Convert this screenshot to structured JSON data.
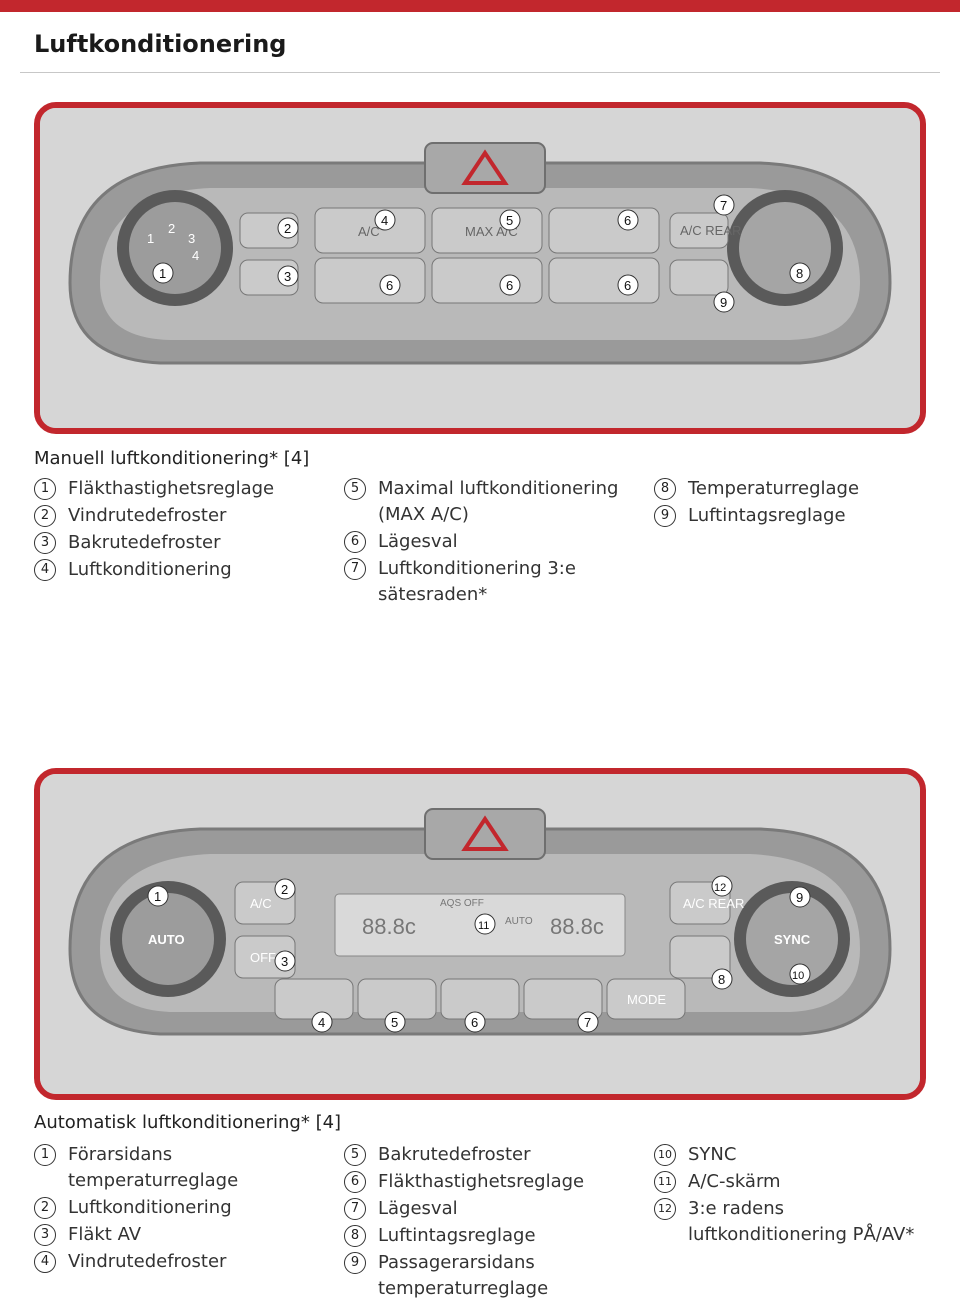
{
  "page_title": "Luftkonditionering",
  "section1": {
    "title": "Manuell luftkonditionering* [4]",
    "items": [
      {
        "n": "1",
        "text": "Fläkthastighetsreglage"
      },
      {
        "n": "2",
        "text": "Vindrutedefroster"
      },
      {
        "n": "3",
        "text": "Bakrutedefroster"
      },
      {
        "n": "4",
        "text": "Luftkonditionering"
      },
      {
        "n": "5",
        "text": "Maximal luftkonditionering (MAX A/C)"
      },
      {
        "n": "6",
        "text": "Lägesval"
      },
      {
        "n": "7",
        "text": "Luftkonditionering 3:e sätesraden*"
      },
      {
        "n": "8",
        "text": "Temperaturreglage"
      },
      {
        "n": "9",
        "text": "Luftintagsreglage"
      }
    ]
  },
  "section2": {
    "title": "Automatisk luftkonditionering* [4]",
    "items": [
      {
        "n": "1",
        "text": "Förarsidans temperaturreglage"
      },
      {
        "n": "2",
        "text": "Luftkonditionering"
      },
      {
        "n": "3",
        "text": "Fläkt AV"
      },
      {
        "n": "4",
        "text": "Vindrutedefroster"
      },
      {
        "n": "5",
        "text": "Bakrutedefroster"
      },
      {
        "n": "6",
        "text": "Fläkthastighetsreglage"
      },
      {
        "n": "7",
        "text": "Lägesval"
      },
      {
        "n": "8",
        "text": "Luftintagsreglage"
      },
      {
        "n": "9",
        "text": "Passagerarsidans temperaturreglage"
      },
      {
        "n": "10",
        "text": "SYNC"
      },
      {
        "n": "11",
        "text": "A/C-skärm"
      },
      {
        "n": "12",
        "text": "3:e radens luftkonditionering PÅ/AV*"
      }
    ]
  },
  "panel_labels": {
    "ac": "A/C",
    "max_ac": "MAX A/C",
    "ac_rear": "A/C REAR",
    "auto": "AUTO",
    "off": "OFF",
    "sync": "SYNC",
    "mode": "MODE",
    "display_left": "88.8c",
    "display_right": "88.8c",
    "aqs_off": "AQS OFF",
    "disp_auto": "AUTO",
    "fan_speeds": [
      "1",
      "2",
      "3",
      "4"
    ]
  },
  "colors": {
    "accent": "#c2272d",
    "panel": "#8c8c8c",
    "button": "#c9c9c9"
  }
}
